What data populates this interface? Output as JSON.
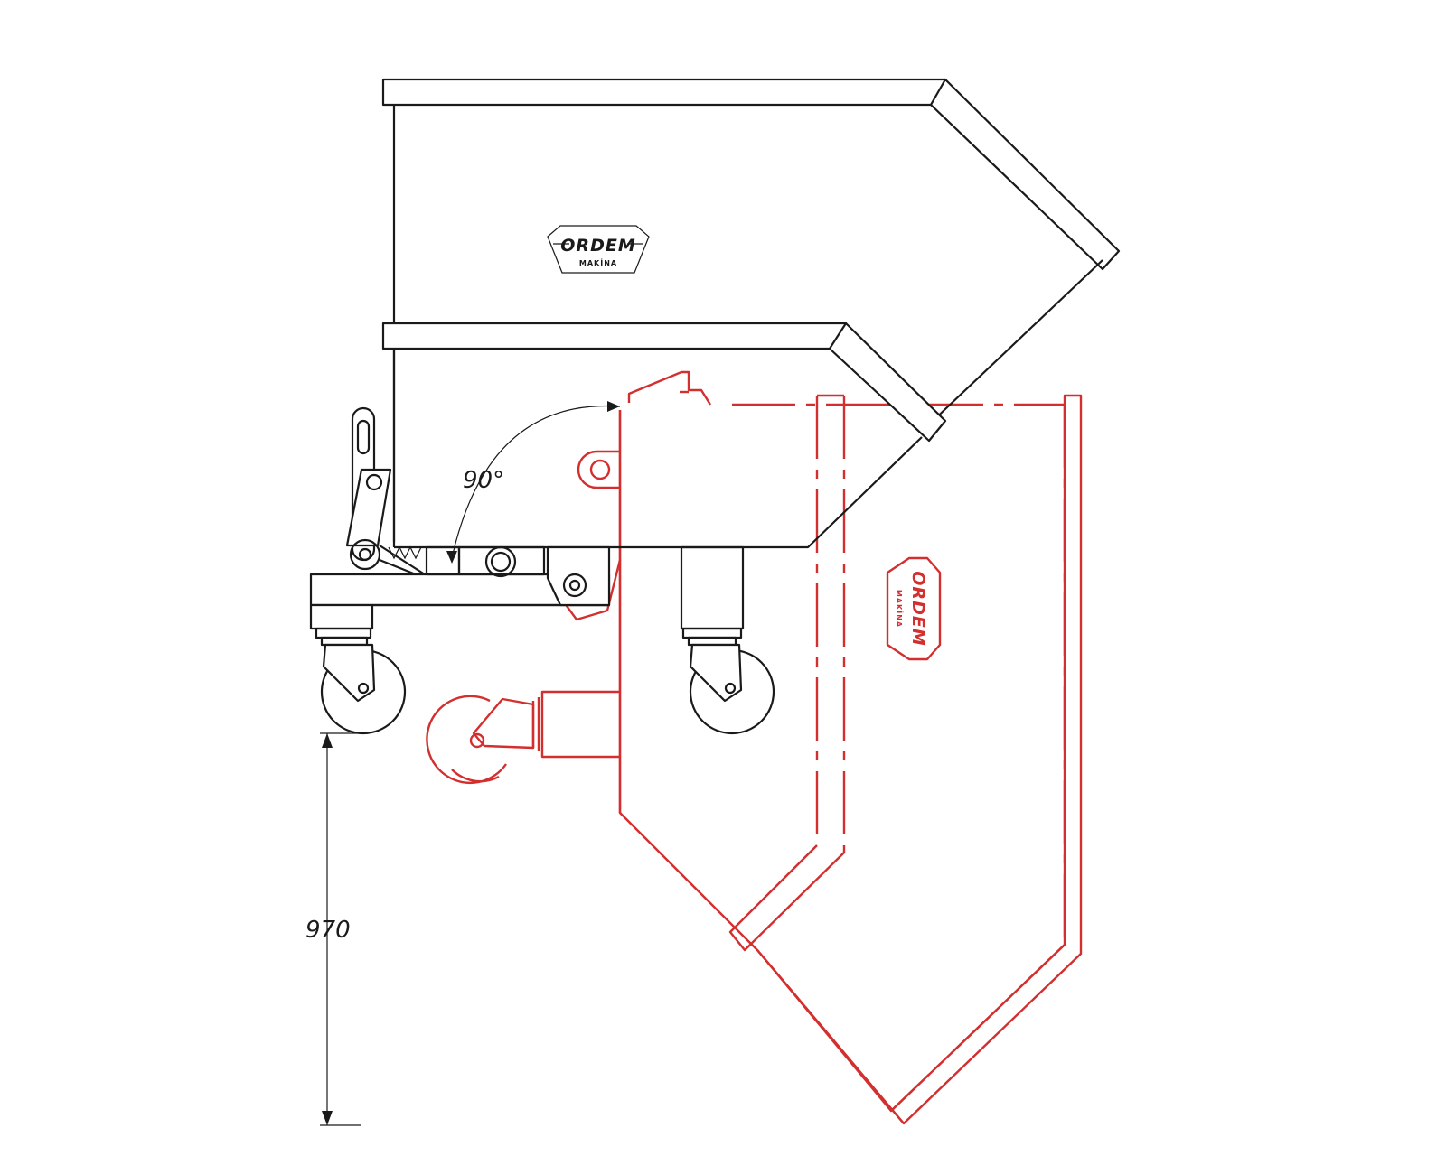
{
  "drawing": {
    "tilt_angle_label": "90°",
    "height_dimension_label": "970",
    "logo_black": {
      "brand": "ORDEM",
      "sub": "MAKİNA"
    },
    "logo_red": {
      "brand": "ORDEM",
      "sub": "MAKİNA"
    },
    "colors": {
      "main_outline": "#1a1a1a",
      "tilted_position": "#d32f2f",
      "background": "#ffffff"
    }
  }
}
